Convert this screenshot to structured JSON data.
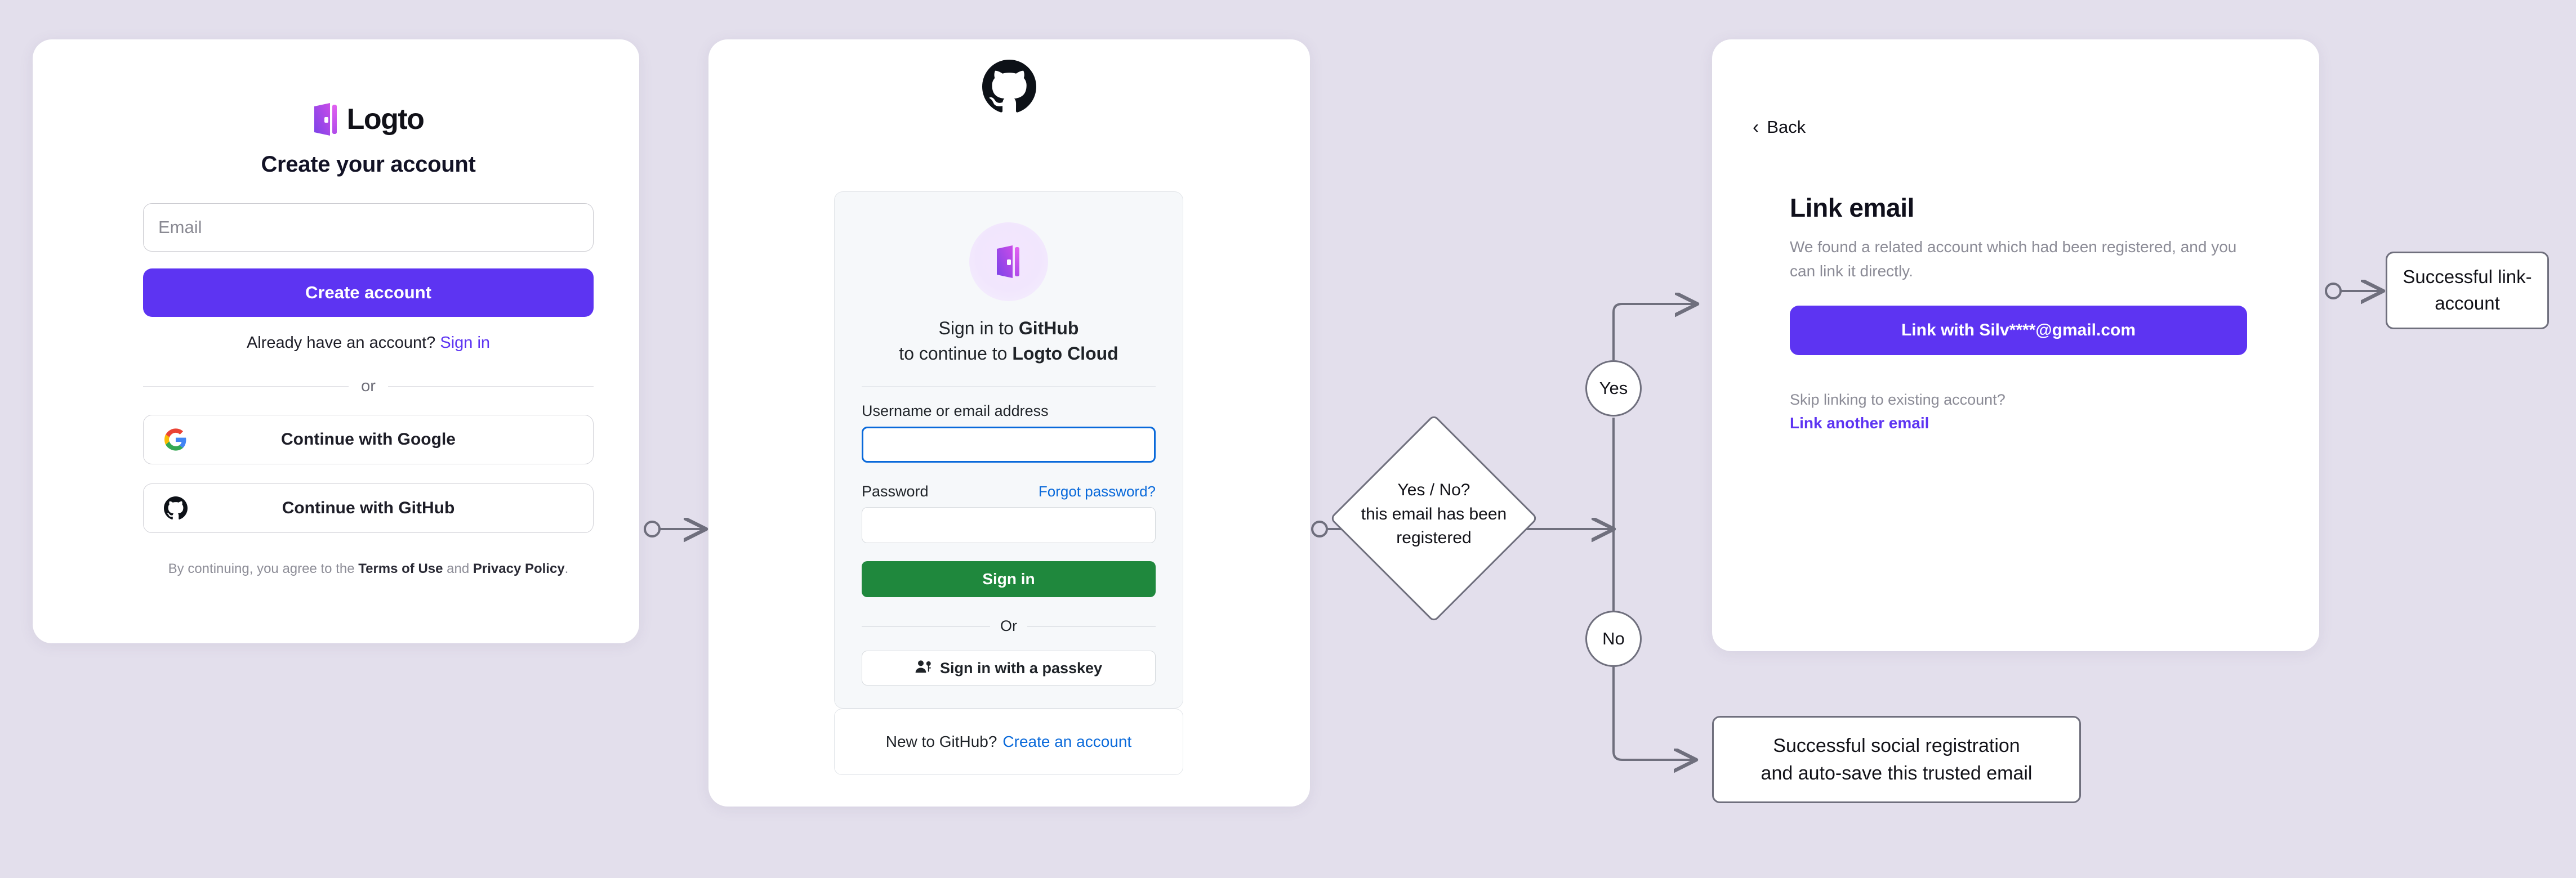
{
  "canvas": {
    "background": "#e3dfec"
  },
  "signup_card": {
    "brand": "Logto",
    "title": "Create your account",
    "email_placeholder": "Email",
    "primary_button": "Create account",
    "have_account_text": "Already have an account?",
    "sign_in_link": "Sign in",
    "divider": "or",
    "social_buttons": [
      {
        "label": "Continue with Google",
        "icon": "google-icon"
      },
      {
        "label": "Continue with GitHub",
        "icon": "github-icon"
      }
    ],
    "legal_prefix": "By continuing, you agree to the ",
    "legal_terms": "Terms of Use",
    "legal_and": " and ",
    "legal_privacy": "Privacy Policy",
    "legal_suffix": ".",
    "accent_color": "#5d34f2"
  },
  "github_card": {
    "logo": "github-mark-icon",
    "heading_prefix": "Sign in to ",
    "heading_provider": "GitHub",
    "heading_line2_prefix": "to continue to ",
    "heading_line2_app": "Logto Cloud",
    "username_label": "Username or email address",
    "username_value": "",
    "password_label": "Password",
    "password_value": "",
    "forgot_link": "Forgot password?",
    "sign_in_button": "Sign in",
    "divider": "Or",
    "passkey_button": "Sign in with a passkey",
    "new_to_github": "New to GitHub?",
    "create_account_link": "Create an account",
    "button_color": "#1f883d",
    "link_color": "#0969da",
    "focus_color": "#0969da"
  },
  "link_email_card": {
    "back_label": "Back",
    "title": "Link email",
    "description": "We found a related account which had been registered, and you can link it directly.",
    "primary_button": "Link with Silv****@gmail.com",
    "skip_text": "Skip linking to existing account?",
    "link_another": "Link another email",
    "accent_color": "#5d34f2"
  },
  "flow": {
    "decision": {
      "line1": "Yes / No?",
      "line2": "this email has been",
      "line3": "registered"
    },
    "yes_label": "Yes",
    "no_label": "No",
    "success_link_account": "Successful link-account",
    "success_social_line1": "Successful social registration",
    "success_social_line2": "and auto-save this trusted email",
    "stroke_color": "#6f6f7d"
  }
}
